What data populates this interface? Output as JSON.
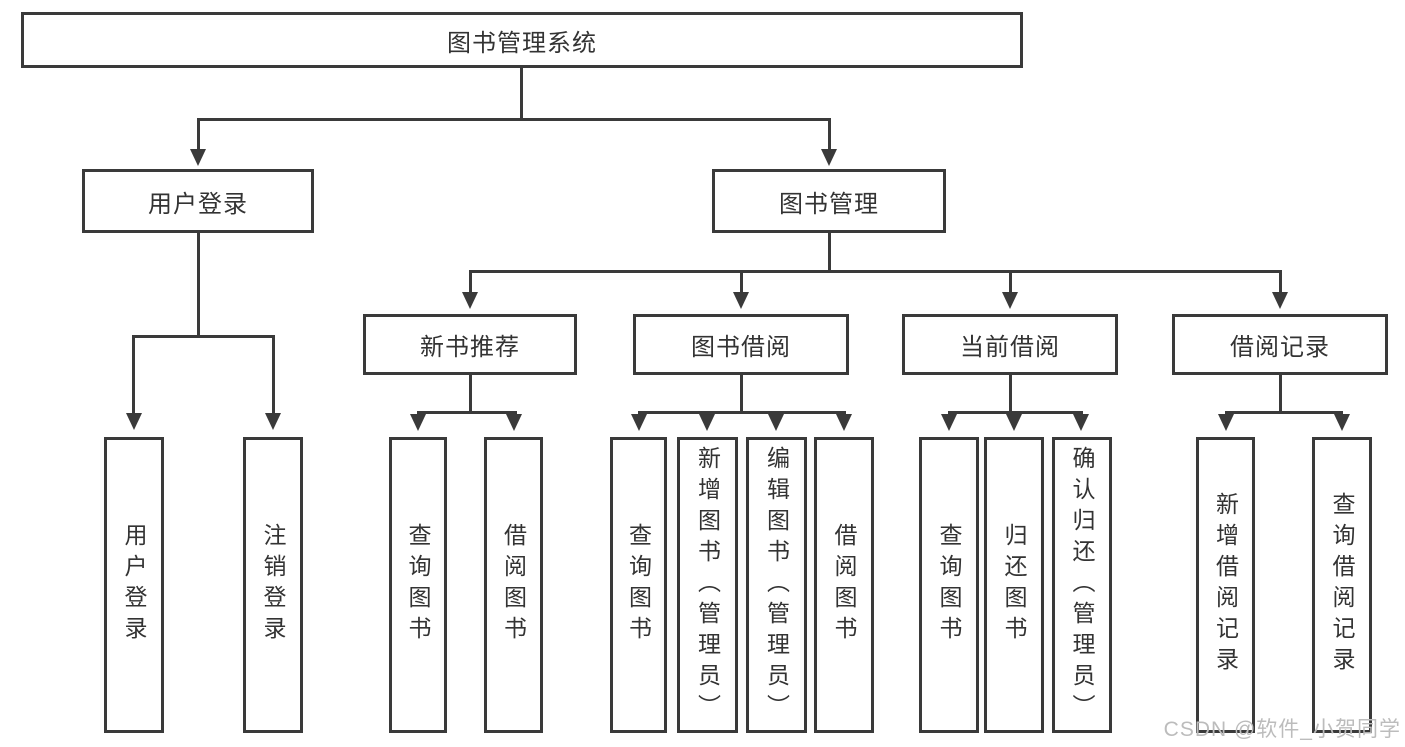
{
  "diagram": {
    "root": {
      "label": "图书管理系统"
    },
    "branches": [
      {
        "label": "用户登录",
        "children": [
          {
            "label": "用户登录"
          },
          {
            "label": "注销登录"
          }
        ]
      },
      {
        "label": "图书管理",
        "children": [
          {
            "label": "新书推荐",
            "children": [
              {
                "label": "查询图书"
              },
              {
                "label": "借阅图书"
              }
            ]
          },
          {
            "label": "图书借阅",
            "children": [
              {
                "label": "查询图书"
              },
              {
                "label": "新增图书（管理员）"
              },
              {
                "label": "编辑图书（管理员）"
              },
              {
                "label": "借阅图书"
              }
            ]
          },
          {
            "label": "当前借阅",
            "children": [
              {
                "label": "查询图书"
              },
              {
                "label": "归还图书"
              },
              {
                "label": "确认归还（管理员）"
              }
            ]
          },
          {
            "label": "借阅记录",
            "children": [
              {
                "label": "新增借阅记录"
              },
              {
                "label": "查询借阅记录"
              }
            ]
          }
        ]
      }
    ]
  },
  "watermark": {
    "text": "CSDN @软件_小贺同学"
  },
  "colors": {
    "line": "#3a3a3a",
    "text": "#333333",
    "watermark": "#bcbcbc",
    "background": "#ffffff"
  }
}
